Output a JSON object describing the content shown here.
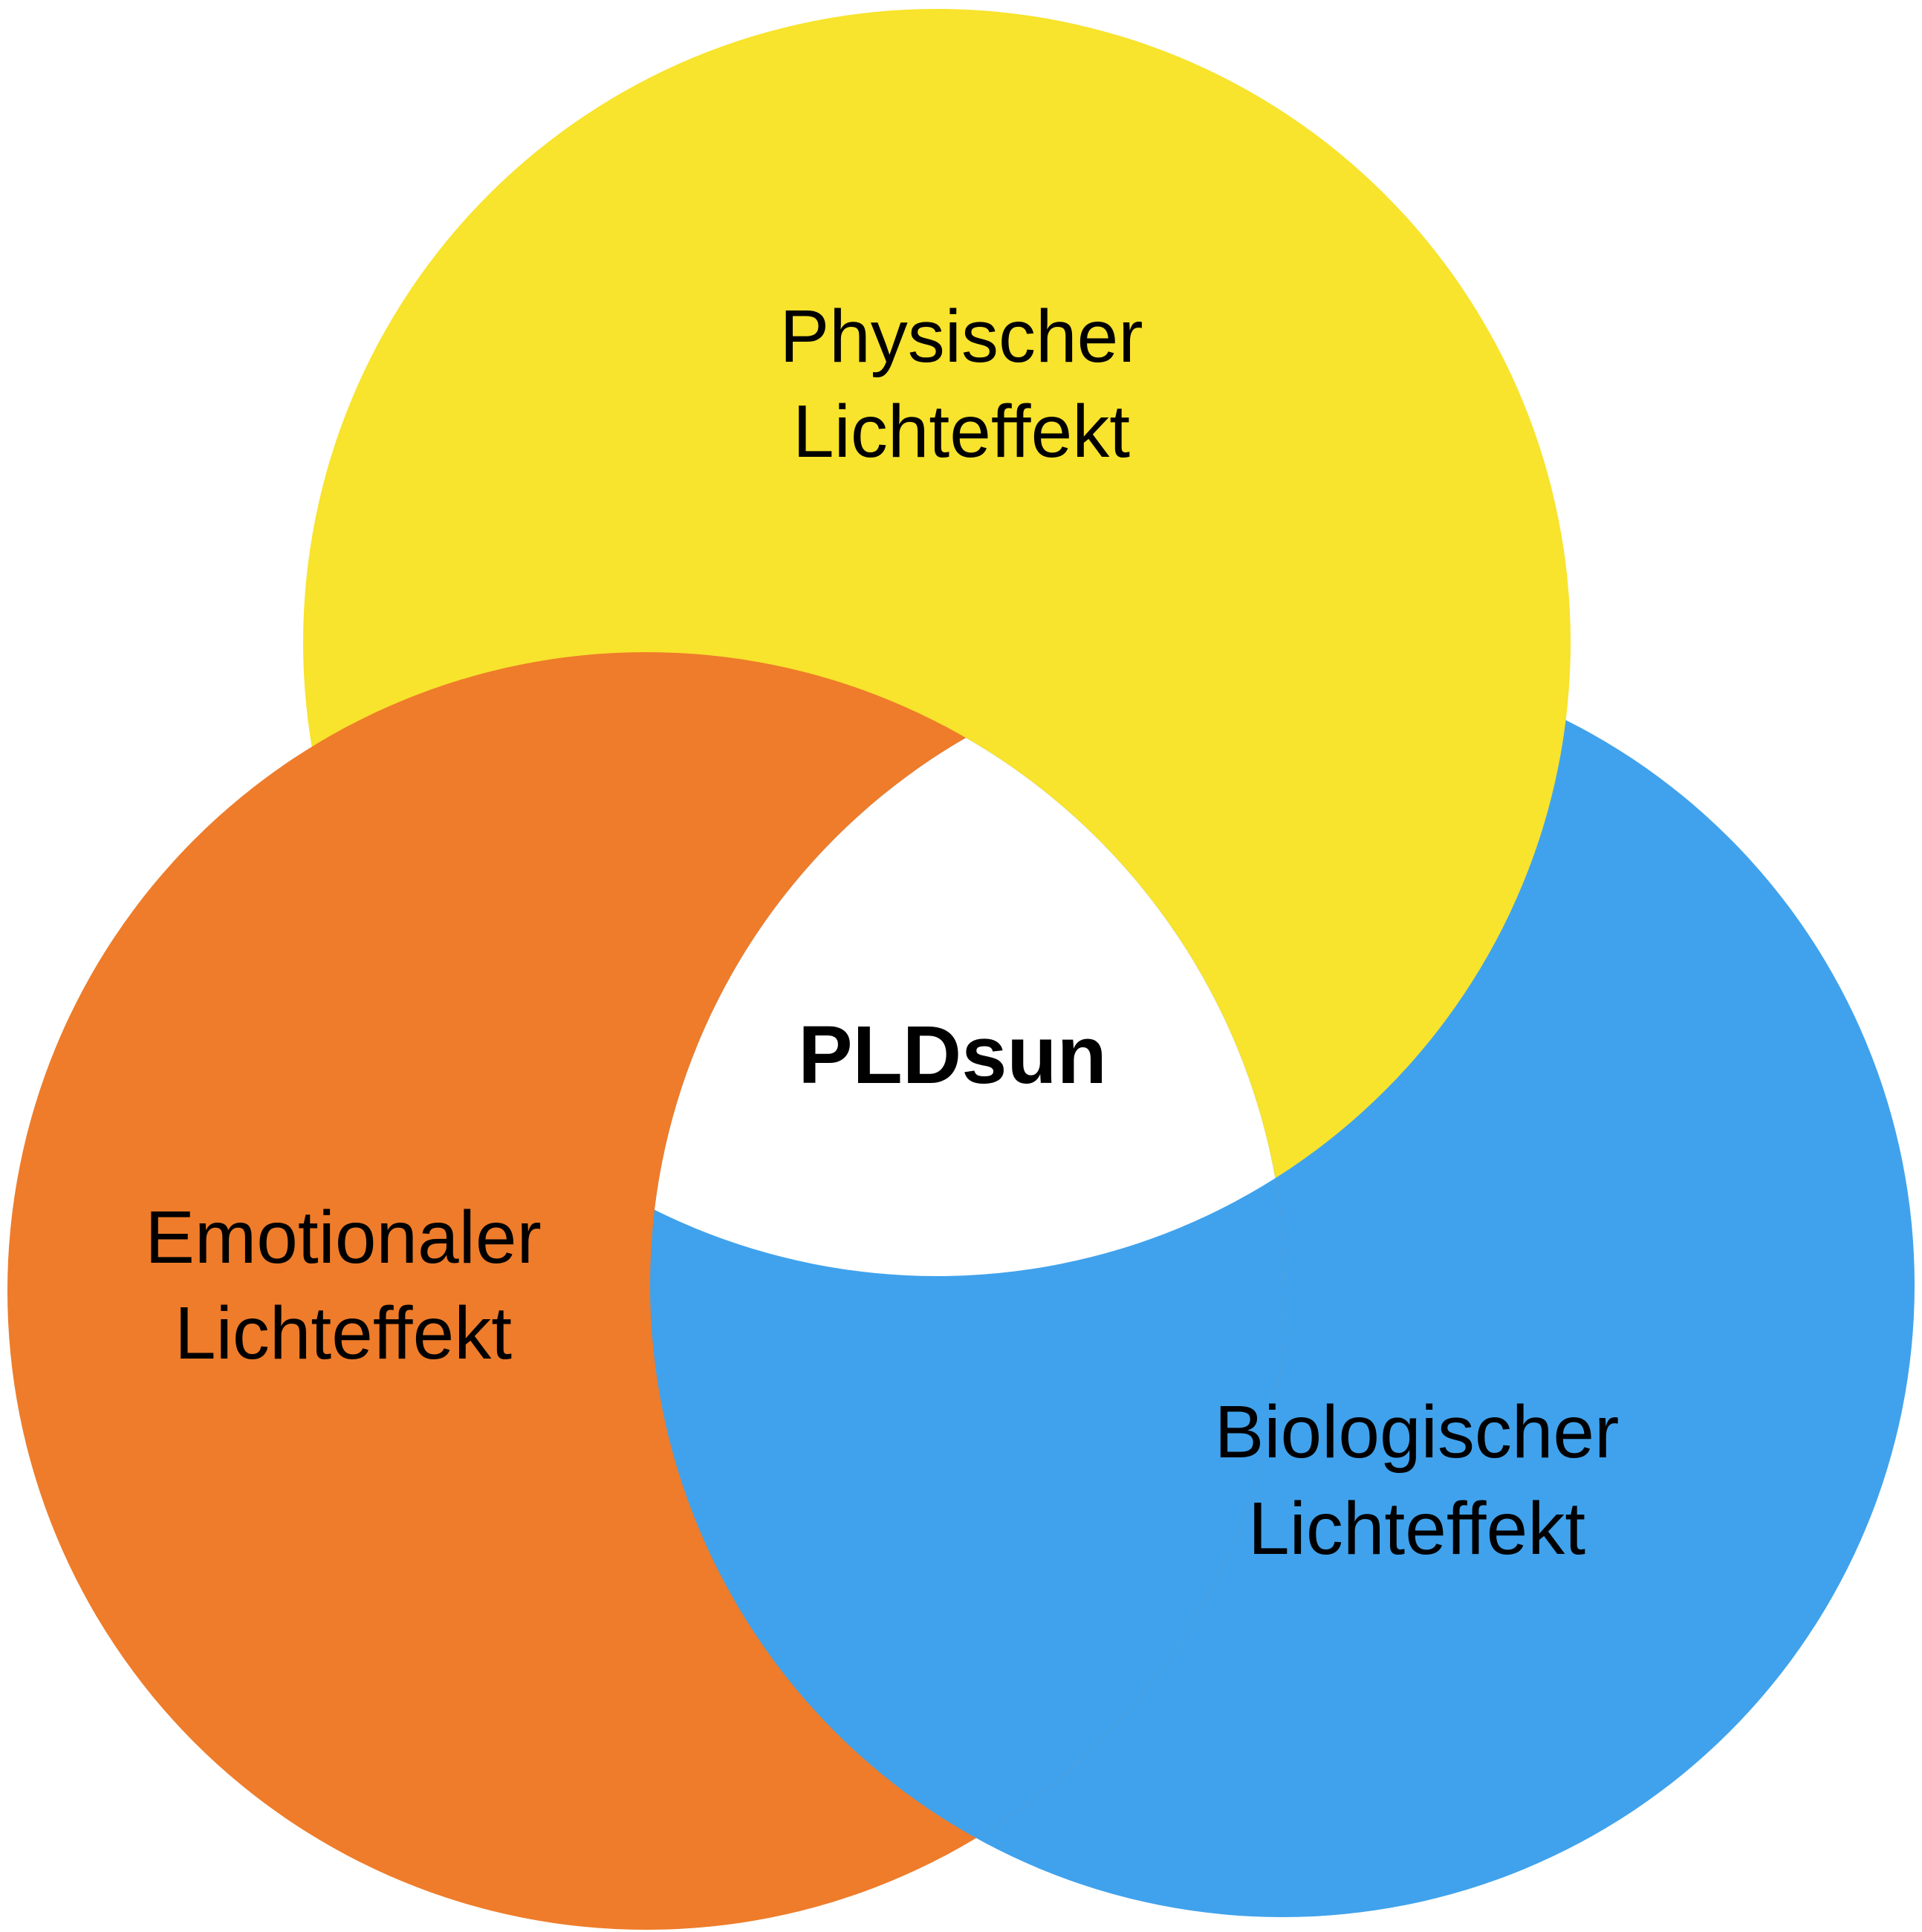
{
  "diagram": {
    "center_label": "PLDsun",
    "circles": [
      {
        "id": "physical",
        "line1": "Physischer",
        "line2": "Lichteffekt",
        "color": "#F8E32D"
      },
      {
        "id": "emotional",
        "line1": "Emotionaler",
        "line2": "Lichteffekt",
        "color": "#EE7C2A"
      },
      {
        "id": "biological",
        "line1": "Biologischer",
        "line2": "Lichteffekt",
        "color": "#40A2EC"
      }
    ],
    "center_color": "#FFFFFF"
  }
}
